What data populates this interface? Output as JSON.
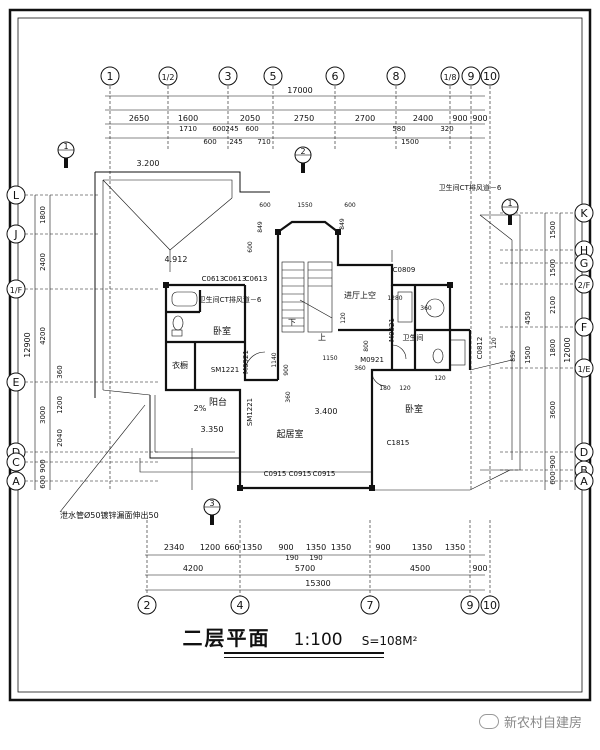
{
  "drawing": {
    "title": "二层平面",
    "scale": "1:100",
    "area": "S=108M²",
    "watermark": "新农村自建房"
  },
  "axes_top": [
    "1",
    "1/2",
    "3",
    "5",
    "6",
    "8",
    "1/8",
    "9",
    "10"
  ],
  "axes_bottom": [
    "2",
    "4",
    "7",
    "9",
    "10"
  ],
  "axes_left": [
    "L",
    "J",
    "1/F",
    "E",
    "D",
    "C",
    "A"
  ],
  "axes_right": [
    "K",
    "H",
    "G",
    "2/F",
    "F",
    "1/E",
    "D",
    "B",
    "A"
  ],
  "dims_top": {
    "total": "17000",
    "row1": [
      "2650",
      "1600",
      "2050",
      "2750",
      "2700",
      "2400",
      "900",
      "900"
    ],
    "row2": [
      "1710",
      "600",
      "245",
      "600",
      "580",
      "320"
    ],
    "row3": [
      "600",
      "245",
      "710",
      "1500"
    ]
  },
  "dims_bottom": {
    "row1": [
      "2340",
      "1200",
      "660",
      "1350",
      "900",
      "1350",
      "1350",
      "900",
      "1350",
      "1350"
    ],
    "row1b": [
      "190",
      "190"
    ],
    "row2": [
      "4200",
      "5700",
      "4500",
      "900"
    ],
    "total": "15300"
  },
  "dims_left": {
    "col_outer": [
      "12900"
    ],
    "col_mid": [
      "1800",
      "2400",
      "4200",
      "3000",
      "900",
      "600"
    ],
    "col_inner": [
      "360",
      "1200",
      "2040"
    ]
  },
  "dims_right": {
    "col_outer": [
      "12000"
    ],
    "col_mid": [
      "1500",
      "1500",
      "2100",
      "1800",
      "3600",
      "900",
      "600"
    ],
    "col_inner": [
      "450",
      "1500"
    ]
  },
  "rooms": {
    "bedroom_left": "卧室",
    "bedroom_right": "卧室",
    "living": "起居室",
    "balcony": "阳台",
    "cloakroom": "衣橱",
    "wc_right": "卫生间",
    "void": "进厅上空",
    "stair_down": "下",
    "stair_up": "上"
  },
  "elevations": [
    "3.200",
    "4.912",
    "3.400",
    "3.350"
  ],
  "slope": "2%",
  "doors_windows": [
    "C0613",
    "C0613",
    "C0613",
    "SM1221",
    "M0921",
    "SM1221",
    "M0921",
    "M0821",
    "C0809",
    "C0812",
    "C1815",
    "C0915",
    "C0915",
    "C0915"
  ],
  "notes": {
    "vent_left": "卫生间CT排风道－6",
    "vent_right": "卫生间CT排风道－6",
    "drain": "泄水管Ø50镀锌漏面伸出50"
  },
  "misc_dims": [
    "600",
    "1550",
    "600",
    "849",
    "849",
    "600",
    "900",
    "1140",
    "360",
    "1150",
    "120",
    "800",
    "360",
    "180",
    "120",
    "1280",
    "360",
    "120",
    "850",
    "120"
  ],
  "section_marks": [
    "1",
    "1",
    "2",
    "3"
  ]
}
